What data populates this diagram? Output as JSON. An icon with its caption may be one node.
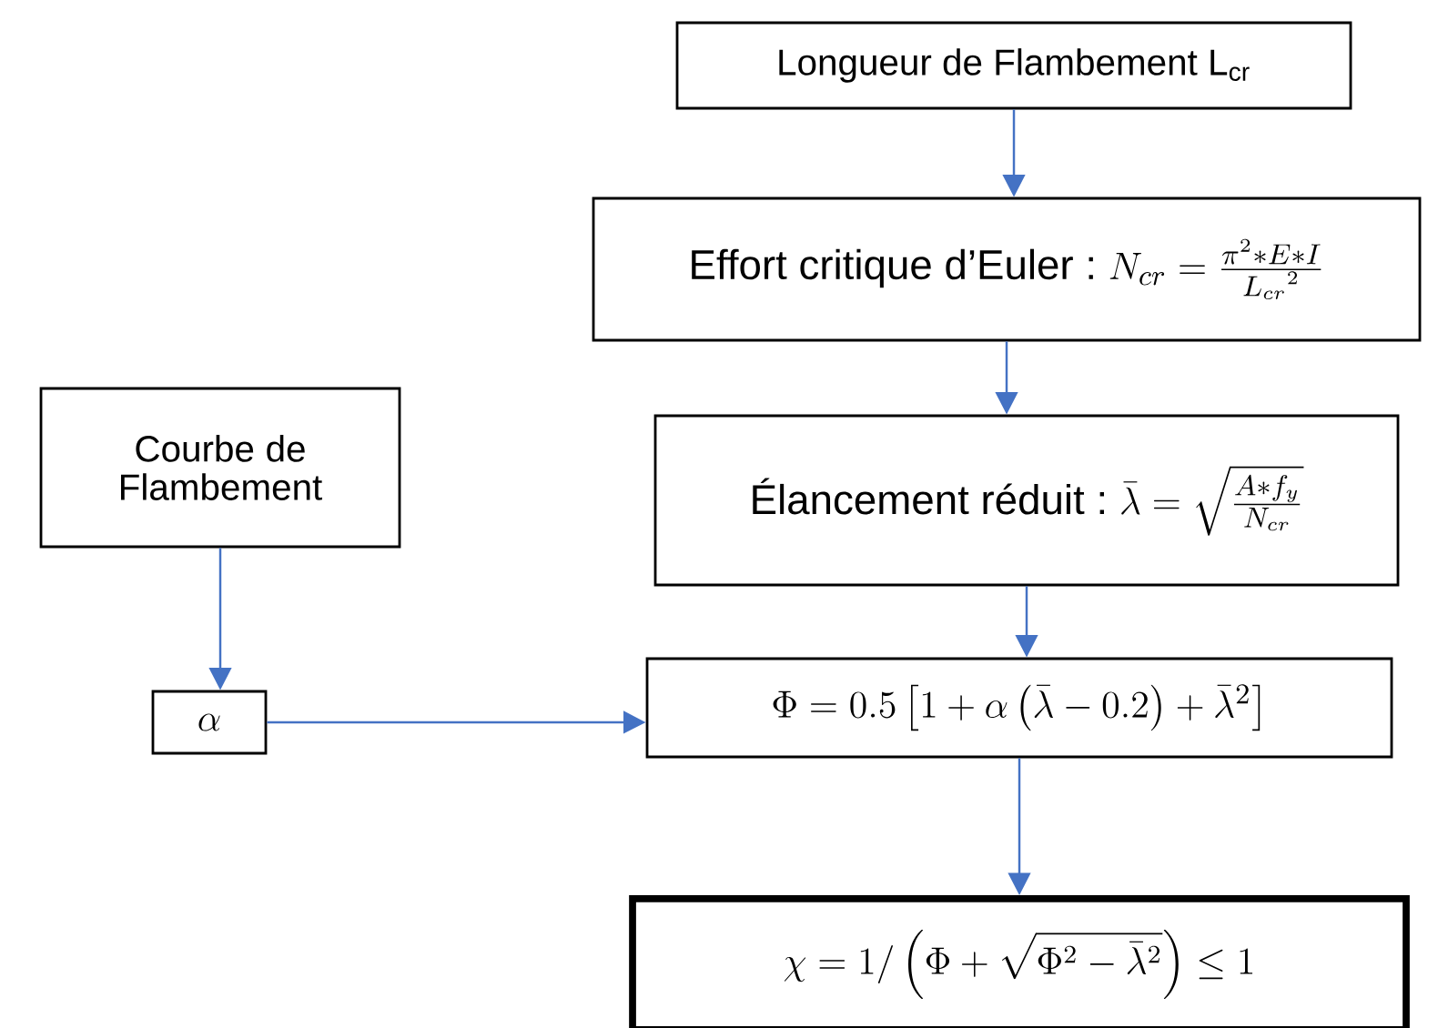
{
  "diagram": {
    "nodes": [
      {
        "text": [
          "Longueur de Flambement L$_{cr}$"
        ]
      },
      {
        "text": [
          "Effort critique d’Euler :",
          "N_{cr} = \\frac{\\pi^{2} * E * I}{{L_{cr}}^{2}}"
        ]
      },
      {
        "text": [
          "Élancement réduit :",
          "\\bar{\\lambda} = \\sqrt{\\frac{A * f_{y}}{N_{cr}}}"
        ]
      },
      {
        "text": [
          "Courbe de Flambement"
        ]
      },
      {
        "text": [
          "\\alpha"
        ]
      },
      {
        "text": [
          "\\Phi = 0.5\\left[1 + \\alpha\\left(\\bar{\\lambda} - 0.2\\right) + \\bar{\\lambda}^{2}\\right]"
        ]
      },
      {
        "text": [
          "\\chi = 1/\\left(\\Phi + \\sqrt{\\Phi^{2} - \\bar{\\lambda}^{2}}\\right) \\leq 1"
        ]
      }
    ],
    "edges": [
      {
        "from": 0,
        "to": 1,
        "arrow": "to"
      },
      {
        "from": 1,
        "to": 2,
        "arrow": "to"
      },
      {
        "from": 3,
        "to": 4,
        "arrow": "to"
      },
      {
        "from": 4,
        "to": 5,
        "arrow": "to"
      },
      {
        "from": 2,
        "to": 5,
        "arrow": "to"
      },
      {
        "from": 5,
        "to": 6,
        "arrow": "to"
      }
    ]
  }
}
